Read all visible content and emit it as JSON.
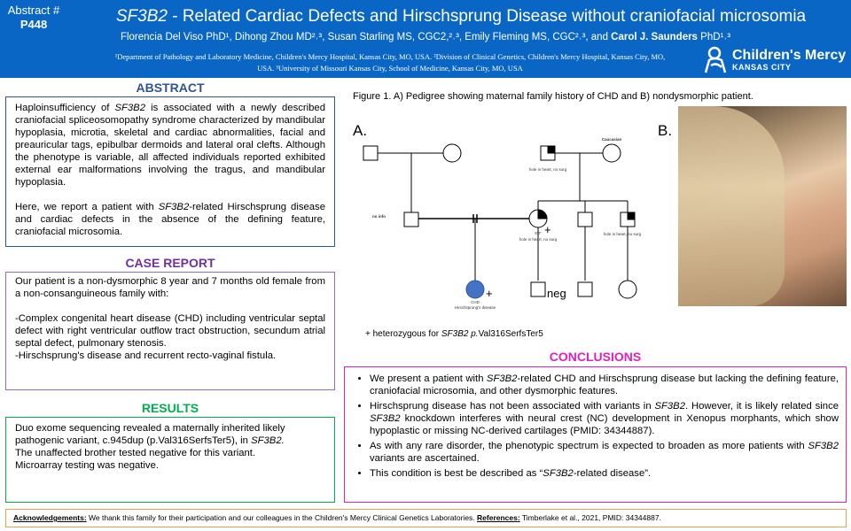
{
  "header": {
    "abstract_label": "Abstract #",
    "abstract_number": "P448",
    "title_gene": "SF3B2",
    "title_rest": " - Related Cardiac Defects and Hirschsprung Disease without craniofacial microsomia",
    "authors": "Florencia Del Viso PhD¹, Dihong Zhou MD²˒³, Susan Starling MS, CGC2,²˒³, Emily Fleming MS, CGC²˒³, and ",
    "last_author": "Carol J. Saunders",
    "last_author_suffix": " PhD¹˒³",
    "affiliations": "¹Department of Pathology and Laboratory Medicine, Children's Mercy Hospital, Kansas City, MO, USA. ²Division of Clinical Genetics, Children's Mercy Hospital, Kansas City, MO, USA. ³University of Missouri Kansas City, School of Medicine, Kansas City, MO, USA",
    "logo_name": "Children's Mercy",
    "logo_city": "KANSAS CITY"
  },
  "abstract": {
    "heading": "ABSTRACT",
    "p1a": "Haploinsufficiency of ",
    "p1gene": "SF3B2",
    "p1b": " is associated with a newly described craniofacial spliceosomopathy syndrome characterized by mandibular hypoplasia, microtia, skeletal and cardiac abnormalities, facial and preauricular tags, epibulbar dermoids and lateral oral clefts. Although the phenotype is variable, all affected individuals reported exhibited external ear malformations involving the tragus, and mandibular hypoplasia.",
    "p2a": "Here, we report a patient with ",
    "p2gene": "SF3B2",
    "p2b": "-related Hirschsprung disease and cardiac defects in the absence of the defining feature, craniofacial microsomia."
  },
  "case_report": {
    "heading": "CASE REPORT",
    "intro": "Our patient is a non-dysmorphic 8 year and 7 months old female from a non-consanguineous family with:",
    "item1": "-Complex congenital heart disease (CHD) including ventricular septal defect with right ventricular outflow tract obstruction, secundum atrial septal defect, pulmonary stenosis.",
    "item2": "-Hirschsprung's disease and recurrent recto-vaginal fistula."
  },
  "results": {
    "heading": "RESULTS",
    "p1a": "Duo exome sequencing revealed a maternally inherited likely pathogenic variant, c.945dup (p.Val316SerfsTer5), in ",
    "p1gene": "SF3B2.",
    "p2": "The unaffected brother tested negative for this variant.",
    "p3": "Microarray testing was negative."
  },
  "figure": {
    "caption": "Figure 1. A) Pedigree showing maternal family history of CHD and B) nondysmorphic patient.",
    "label_a": "A.",
    "label_b": "B.",
    "pedigree": {
      "caucasian": "Caucasian",
      "grandfather_note": "hole in heart, no surg",
      "no_info": "no info",
      "mother_height": "5'9\"",
      "mother_note": "hole in heart, no surg",
      "uncle_note": "hole in heart, no surg",
      "proband_note1": "CHD",
      "proband_note2": "Hirschsprung's disease",
      "plus": "+",
      "neg": "neg",
      "proband_color": "#4472c4"
    },
    "legend_a": "+ heterozygous for ",
    "legend_gene": "SF3B2 p.",
    "legend_b": "Val316SerfsTer5"
  },
  "conclusions": {
    "heading": "CONCLUSIONS",
    "items": [
      {
        "a": "We present a patient with ",
        "g": "SF3B2",
        "b": "-related CHD and Hirschsprung disease but lacking the defining feature, craniofacial microsomia, and other dysmorphic features.",
        "c": "",
        "d": ""
      },
      {
        "a": "Hirschsprung disease has not been associated with variants in ",
        "g": "SF3B2",
        "b": ". However, it is likely related since ",
        "c": "SF3B2",
        "d": " knockdown interferes with neural crest (NC) development in Xenopus morphants, which show hypoplastic or missing NC-derived cartilages (PMID: 34344887)."
      },
      {
        "a": "As with any rare disorder, the phenotypic spectrum is expected to broaden as more patients with ",
        "g": "SF3B2",
        "b": " variants are ascertained.",
        "c": "",
        "d": ""
      },
      {
        "a": "This condition is best be described as “",
        "g": "SF3B2",
        "b": "-related disease”.",
        "c": "",
        "d": ""
      }
    ]
  },
  "acknowledgements": {
    "label": "Acknowledgements:",
    "text": " We thank this family for their participation and our colleagues in the Children's Mercy Clinical Genetics Laboratories. ",
    "ref_label": "References:",
    "ref_text": " Timberlake et al., 2021, PMID: 34344887."
  },
  "colors": {
    "header": "#0a66c4",
    "abstract": "#2f5597",
    "case": "#7030a0",
    "results": "#00b050",
    "conclusions": "#e020c0",
    "ack": "#f0a050"
  }
}
